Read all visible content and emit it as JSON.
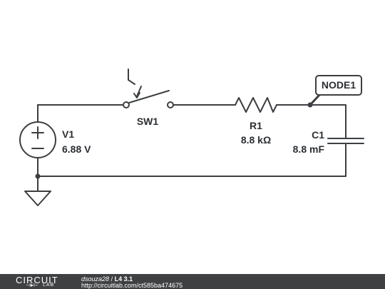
{
  "components": {
    "source": {
      "name": "V1",
      "value": "6.88 V"
    },
    "switch": {
      "name": "SW1"
    },
    "resistor": {
      "name": "R1",
      "value": "8.8 kΩ"
    },
    "capacitor": {
      "name": "C1",
      "value": "8.8 mF"
    },
    "node": {
      "label": "NODE1"
    }
  },
  "footer": {
    "logo_top": "CIRCUIT",
    "logo_bottom": "LAB",
    "author": "dsouza28",
    "separator": "/",
    "title": "L4 3.1",
    "url": "http://circuitlab.com/ct585ba474675"
  },
  "colors": {
    "wire": "#3c3f42",
    "footer_bg": "#3f4042"
  }
}
